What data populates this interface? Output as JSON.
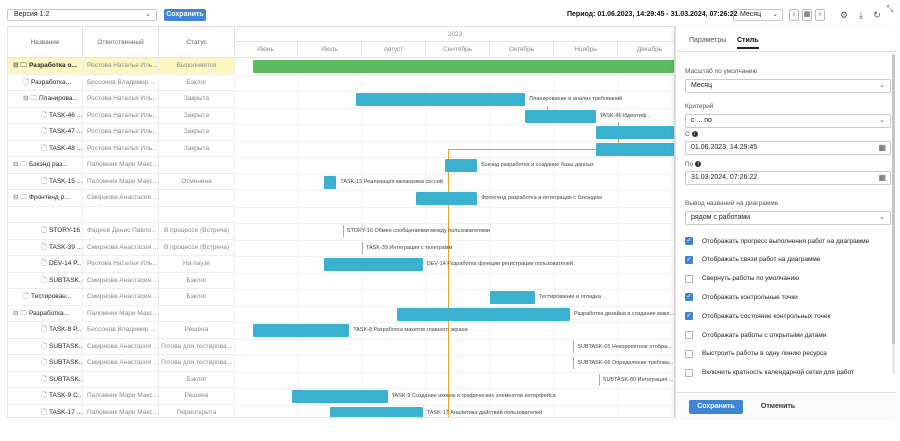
{
  "toolbar": {
    "version": "Версия 1.2",
    "save_label": "Сохранить",
    "period": "Период: 01.06.2023, 14:29:45 - 31.03.2024, 07:26:22",
    "scale": "Месяц"
  },
  "grid": {
    "headers": {
      "name": "Название",
      "responsible": "Ответственный",
      "status": "Статус"
    },
    "rows": [
      {
        "name": "Разработка о...",
        "resp": "Ростова Наталья Иль...",
        "status": "Выполняется",
        "icons": "⊟ 🗀",
        "indent": 0,
        "bold": true,
        "hl": true
      },
      {
        "name": "Разработка...",
        "resp": "Бессонов Владимир ...",
        "status": "Бэклог",
        "icons": "🗋",
        "indent": 10,
        "bold": false,
        "hl": false
      },
      {
        "name": "Планирова...",
        "resp": "Ростова Наталья Иль...",
        "status": "Закрыта",
        "icons": "⊟ 🗀",
        "indent": 10,
        "bold": false,
        "hl": false
      },
      {
        "name": "TASK-46 ...",
        "resp": "Ростова Наталья Иль...",
        "status": "Закрыта",
        "icons": "🗋",
        "indent": 28,
        "bold": false,
        "hl": false
      },
      {
        "name": "TASK-47 ...",
        "resp": "Ростова Наталья Иль...",
        "status": "Закрыта",
        "icons": "🗋",
        "indent": 28,
        "bold": false,
        "hl": false
      },
      {
        "name": "TASK-48 ...",
        "resp": "Ростова Наталья Иль...",
        "status": "Закрыта",
        "icons": "🗋",
        "indent": 28,
        "bold": false,
        "hl": false
      },
      {
        "name": "Бэкэнд раз...",
        "resp": "Паломник Мари Макс...",
        "status": "",
        "icons": "⊟ 🗀",
        "indent": 0,
        "bold": false,
        "hl": false
      },
      {
        "name": "TASK-15 ...",
        "resp": "Паломник Мари Макс...",
        "status": "Отменена",
        "icons": "🗋",
        "indent": 28,
        "bold": false,
        "hl": false
      },
      {
        "name": "Фронтенд р...",
        "resp": "Смирнова Анастасия ...",
        "status": "",
        "icons": "⊟ 🗀",
        "indent": 0,
        "bold": false,
        "hl": false
      },
      {
        "name": "",
        "resp": "",
        "status": "",
        "icons": "",
        "indent": 0,
        "bold": false,
        "hl": false
      },
      {
        "name": "STORY-16 ...",
        "resp": "Фадеев Денис Павло...",
        "status": "В процессе (Встреча)",
        "icons": "🗋",
        "indent": 28,
        "bold": false,
        "hl": false
      },
      {
        "name": "TASK-39 ...",
        "resp": "Смирнова Анастасия ...",
        "status": "В процессе (Встреча)",
        "icons": "🗋",
        "indent": 28,
        "bold": false,
        "hl": false
      },
      {
        "name": "DEV-14 Р...",
        "resp": "Ростова Наталья Иль...",
        "status": "На паузе",
        "icons": "🗋",
        "indent": 28,
        "bold": false,
        "hl": false
      },
      {
        "name": "SUBTASK...",
        "resp": "Смирнова Анастасия ...",
        "status": "Бэклог",
        "icons": "🗋",
        "indent": 28,
        "bold": false,
        "hl": false
      },
      {
        "name": "Тестирован...",
        "resp": "Смирнова Анастасия ...",
        "status": "Бэклог",
        "icons": "🗋",
        "indent": 10,
        "bold": false,
        "hl": false
      },
      {
        "name": "Разработка...",
        "resp": "Паломник Мари Макс...",
        "status": "",
        "icons": "⊟ 🗀",
        "indent": 0,
        "bold": false,
        "hl": false
      },
      {
        "name": "TASK-8 Р...",
        "resp": "Бессонов Владимир ...",
        "status": "Решена",
        "icons": "🗋",
        "indent": 28,
        "bold": false,
        "hl": false
      },
      {
        "name": "SUBTASK...",
        "resp": "Смирнова Анастасия ...",
        "status": "Готова для тестирова...",
        "icons": "🗋",
        "indent": 28,
        "bold": false,
        "hl": false
      },
      {
        "name": "SUBTASK...",
        "resp": "Смирнова Анастасия ...",
        "status": "Готова для тестирова...",
        "icons": "🗋",
        "indent": 28,
        "bold": false,
        "hl": false
      },
      {
        "name": "SUBTASK...",
        "resp": "",
        "status": "Бэклог",
        "icons": "🗋",
        "indent": 28,
        "bold": false,
        "hl": false
      },
      {
        "name": "TASK-9 С...",
        "resp": "Паломник Мари Макс...",
        "status": "Решена",
        "icons": "🗋",
        "indent": 28,
        "bold": false,
        "hl": false
      },
      {
        "name": "TASK-17 ...",
        "resp": "Паломник Мари Макс...",
        "status": "Переоткрыта",
        "icons": "🗋",
        "indent": 28,
        "bold": false,
        "hl": false
      }
    ]
  },
  "chart": {
    "year": "2023",
    "months": [
      "Июнь",
      "Июль",
      "Август",
      "Сентябрь",
      "Октябрь",
      "Ноябрь",
      "Декабрь"
    ],
    "bars": [
      {
        "row": 0,
        "start": 0.3,
        "end": 7.0,
        "color": "green",
        "label": ""
      },
      {
        "row": 2,
        "start": 1.9,
        "end": 4.55,
        "color": "blue",
        "label": "Планирование и анализ требований"
      },
      {
        "row": 3,
        "start": 4.55,
        "end": 5.65,
        "color": "blue",
        "label": "TASK-46 Идентиф..."
      },
      {
        "row": 4,
        "start": 5.65,
        "end": 7.0,
        "color": "blue",
        "label": ""
      },
      {
        "row": 5,
        "start": 5.65,
        "end": 7.0,
        "color": "blue",
        "label": ""
      },
      {
        "row": 6,
        "start": 3.3,
        "end": 3.8,
        "color": "blue",
        "label": "Бэкэнд разработка и создание базы данных"
      },
      {
        "row": 7,
        "start": 1.4,
        "end": 1.6,
        "color": "blue",
        "label": "TASK-15 Реализация механизма сессий"
      },
      {
        "row": 8,
        "start": 2.85,
        "end": 3.8,
        "color": "blue",
        "label": "Фронтенд разработка и интеграция с бэкэндом"
      },
      {
        "row": 12,
        "start": 1.4,
        "end": 2.95,
        "color": "blue",
        "label": "DEV-14 Разработка функции регистрации пользователей"
      },
      {
        "row": 14,
        "start": 4.0,
        "end": 4.7,
        "color": "blue",
        "label": "Тестирование и отладка"
      },
      {
        "row": 15,
        "start": 2.55,
        "end": 5.25,
        "color": "blue",
        "label": "Разработка дизайна и создание маке..."
      },
      {
        "row": 16,
        "start": 0.3,
        "end": 1.8,
        "color": "blue",
        "label": "TASK-8 Разработка макетов главного экрана"
      },
      {
        "row": 20,
        "start": 0.9,
        "end": 2.4,
        "color": "blue",
        "label": "TASK-9 Создание иконок и графических элементов интерфейса"
      },
      {
        "row": 21,
        "start": 1.5,
        "end": 2.95,
        "color": "blue",
        "label": "TASK-17 Аналитика действий пользователей"
      }
    ],
    "milestones": [
      {
        "row": 10,
        "pos": 1.7,
        "label": "STORY-16 Обмен сообщениями между пользователями"
      },
      {
        "row": 11,
        "pos": 2.0,
        "label": "TASK-39 Интеграция с телеграмм"
      },
      {
        "row": 17,
        "pos": 5.3,
        "label": "SUBTASK-65 Некорректное отобра..."
      },
      {
        "row": 18,
        "pos": 5.3,
        "label": "SUBTASK-66 Определение требова..."
      },
      {
        "row": 19,
        "pos": 5.7,
        "label": "SUBTASK-80 Интеграция ..."
      }
    ]
  },
  "panel": {
    "tab_params": "Параметры",
    "tab_style": "Стиль",
    "scale_label": "Масштаб по умолчанию",
    "scale_value": "Месяц",
    "criteria_label": "Критерий",
    "criteria_value": "с ... по",
    "from_label": "С",
    "from_value": "01.06.2023, 14:29:45",
    "to_label": "По",
    "to_value": "31.03.2024, 07:26:22",
    "names_label": "Вывод названий на диаграмме",
    "names_value": "рядом с работами",
    "checks": [
      {
        "label": "Отображать прогресс выполнения работ на диаграмме",
        "on": true
      },
      {
        "label": "Отображать связи работ на диаграмме",
        "on": true
      },
      {
        "label": "Свернуть работы по умолчанию",
        "on": false
      },
      {
        "label": "Отображать контрольные точки",
        "on": true
      },
      {
        "label": "Отображать состояние контрольных точек",
        "on": true
      },
      {
        "label": "Отображать работы с открытыми датами",
        "on": false
      },
      {
        "label": "Выстроить работы в одну линию ресурса",
        "on": false
      },
      {
        "label": "Включить кратность календарной сетки для работ",
        "on": false
      }
    ],
    "save": "Сохранить",
    "cancel": "Отменить"
  }
}
